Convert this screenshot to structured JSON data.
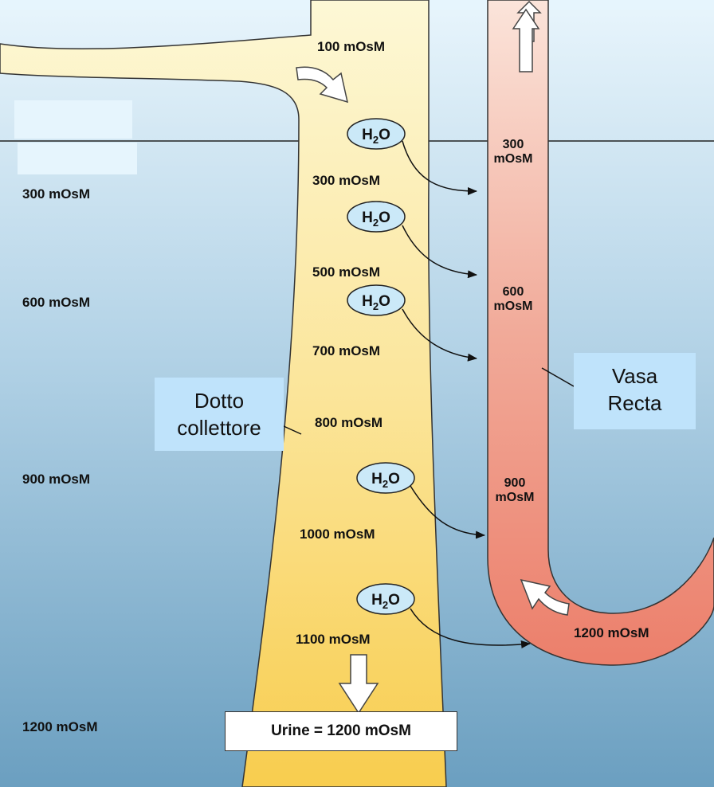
{
  "interstitium_labels": [
    "300 mOsM",
    "600 mOsM",
    "900 mOsM",
    "1200 mOsM"
  ],
  "collecting_duct_labels": [
    "100 mOsM",
    "300 mOsM",
    "500 mOsM",
    "700 mOsM",
    "800 mOsM",
    "1000 mOsM",
    "1100 mOsM"
  ],
  "vasa_recta_labels": [
    {
      "line1": "300",
      "line2": "mOsM"
    },
    {
      "line1": "600",
      "line2": "mOsM"
    },
    {
      "line1": "900",
      "line2": "mOsM"
    }
  ],
  "vasa_recta_bottom_label": "1200 mOsM",
  "water_label": {
    "symbol": "H",
    "subscript": "2",
    "suffix": "O",
    "count": 5
  },
  "callouts": {
    "collecting_duct": {
      "line1": "Dotto",
      "line2": "collettore"
    },
    "vasa_recta": {
      "line1": "Vasa",
      "line2": "Recta"
    }
  },
  "urine_box": "Urine = 1200 mOsM",
  "colors": {
    "background_top": "#e8f5fc",
    "background_bottom": "#6b9fc0",
    "duct_light": "#fdf8d6",
    "duct_dark": "#f8cd4e",
    "vessel_light": "#fbe4da",
    "vessel_dark": "#ec7f6b",
    "water_ellipse": "#cbe9f8",
    "callout": "#bfe3fb"
  }
}
